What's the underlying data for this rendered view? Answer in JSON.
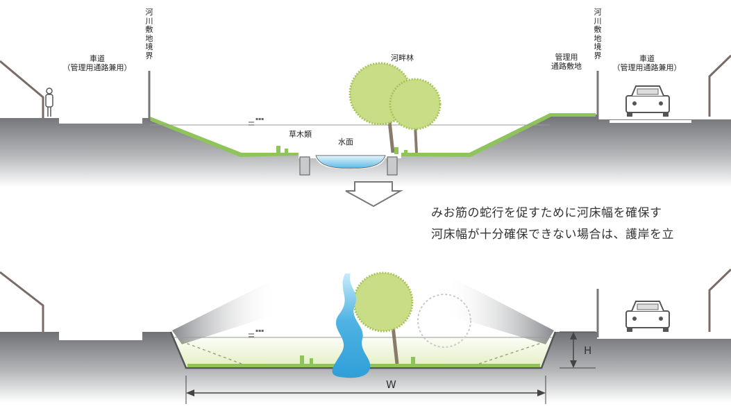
{
  "labels": {
    "boundary_left": "河川敷地境界",
    "boundary_right": "河川敷地境界",
    "road_left": [
      "車道",
      "（管理用通路兼用）"
    ],
    "road_right": [
      "車道",
      "（管理用通路兼用）"
    ],
    "kanri_site": [
      "管理用",
      "通路敷地"
    ],
    "riparian_forest": "河畔林",
    "vegetation": "草木類",
    "water_surface": "水面",
    "height": "H",
    "width": "W"
  },
  "note": {
    "line1": "みお筋の蛇行を促すために河床幅を確保す",
    "line2": "河床幅が十分確保できない場合は、護岸を立"
  },
  "colors": {
    "ground": "#75777a",
    "grass": "#8fc45a",
    "water": "#54b6e2",
    "tree": "#c9dc86",
    "trunk": "#8a7a6a"
  }
}
